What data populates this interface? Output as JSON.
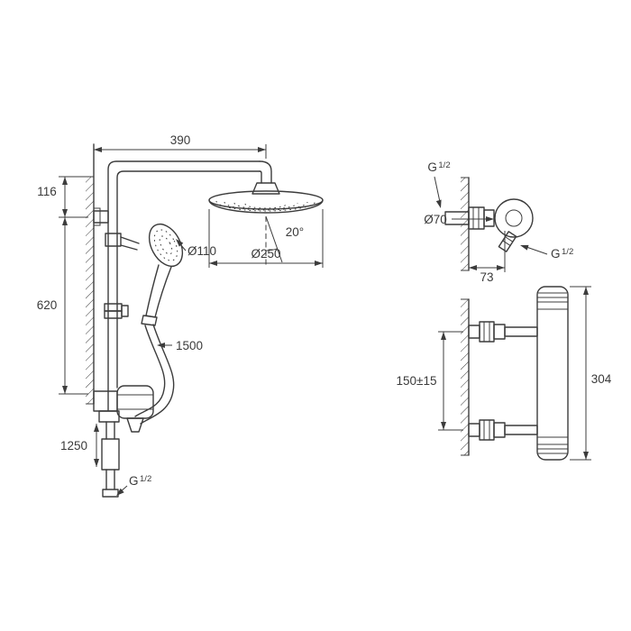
{
  "colors": {
    "line": "#3c3c3c",
    "background": "#ffffff"
  },
  "diagram": {
    "shower_system": {
      "width_top": "390",
      "height_upper": "116",
      "height_lower": "620",
      "hand_shower_diameter": "Ø110",
      "spray_angle": "20°",
      "head_diameter": "Ø250",
      "shower_hose_length": "1500",
      "supply_hose_length": "1250",
      "thread": {
        "base": "G",
        "fraction": "1/2"
      }
    },
    "wall_union": {
      "inlet_thread": {
        "base": "G",
        "fraction": "1/2"
      },
      "escutcheon_diameter": "Ø70",
      "outlet_thread": {
        "base": "G",
        "fraction": "1/2"
      },
      "projection_depth": "73"
    },
    "thermostat": {
      "connection_distance": "150±15",
      "height": "304"
    }
  }
}
